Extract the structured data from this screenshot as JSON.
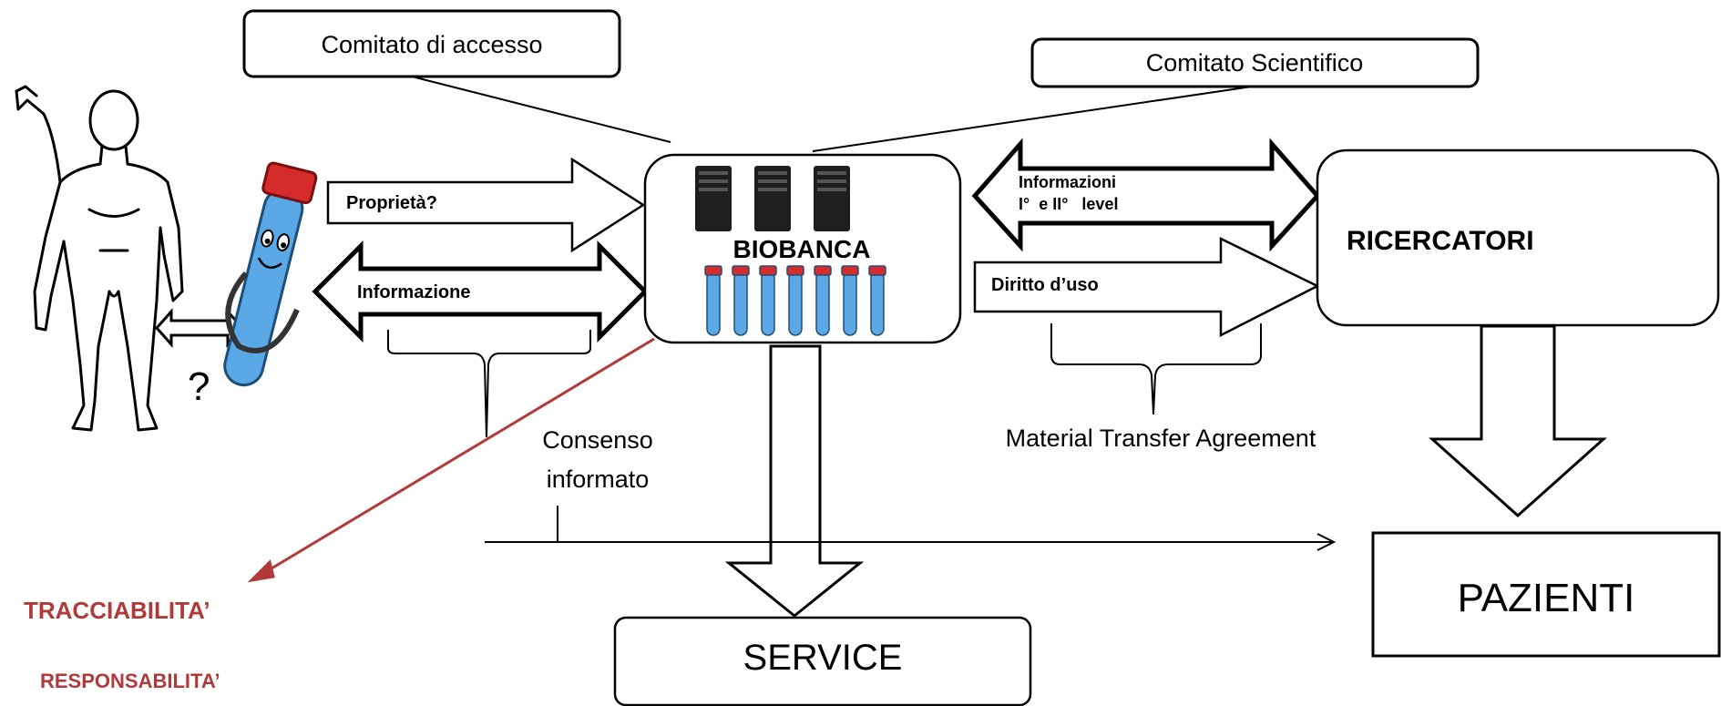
{
  "boxes": {
    "comitato_accesso": "Comitato di accesso",
    "comitato_scientifico": "Comitato Scientifico",
    "biobanca": "BIOBANCA",
    "ricercatori": "RICERCATORI",
    "service": "SERVICE",
    "pazienti": "PAZIENTI"
  },
  "arrows": {
    "proprieta": "Proprietà?",
    "informazione": "Informazione",
    "informazioni_line1": "Informazioni",
    "informazioni_line2": "I°  e II°   level",
    "diritto_uso": "Diritto d’uso"
  },
  "labels": {
    "question": "?",
    "consenso_line1": "Consenso",
    "consenso_line2": "informato",
    "mta": "Material Transfer Agreement",
    "tracciabilita": "TRACCIABILITA’",
    "responsabilita": "RESPONSABILITA’"
  },
  "colors": {
    "accent_red": "#b03a3a",
    "line": "#000000",
    "tube_blue": "#5aa9e6",
    "tube_cap": "#d62b2b",
    "server": "#1e1e1e"
  }
}
